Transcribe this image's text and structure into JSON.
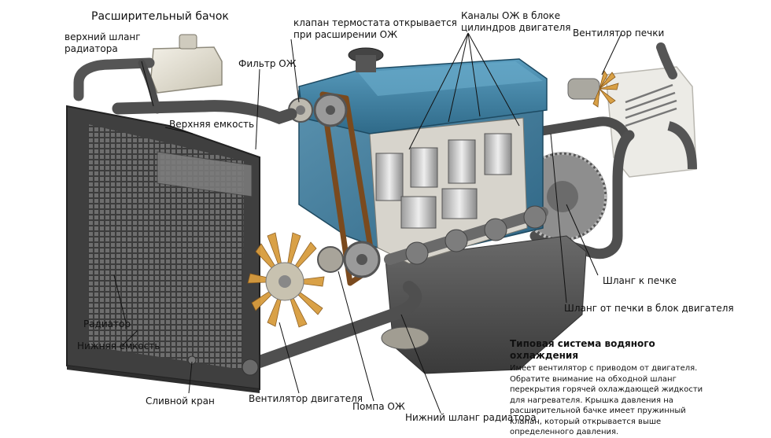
{
  "labels": {
    "expansion_tank": "Расширительный бачок",
    "thermostat_valve_l1": "клапан термостата открывается",
    "thermostat_valve_l2": "при  расширении ОЖ",
    "coolant_channels_l1": "Каналы ОЖ в блоке",
    "coolant_channels_l2": "цилиндров двигателя",
    "heater_fan": "Вентилятор печки",
    "upper_hose_l1": "верхний шланг",
    "upper_hose_l2": "радиатора",
    "coolant_filter": "Фильтр ОЖ",
    "upper_tank": "Верхняя емкость",
    "heater_hose": "Шланг к печке",
    "return_hose": "Шланг от печки в блок двигателя",
    "radiator": "Радиатор",
    "lower_tank": "Нижняя емкость",
    "drain_valve": "Сливной кран",
    "engine_fan": "Вентилятор двигателя",
    "water_pump": "Помпа ОЖ",
    "lower_hose": "Нижний шланг радиатора"
  },
  "description": {
    "title": "Типовая система водяного охлаждения",
    "body": "Имеет вентилятор с приводом от двигателя. Обратите внимание на обходной шланг перекрытия горячей охлаждающей жидкости для нагревателя. Крышка давления на расширительной бачке имеет пружинный клапан, который открывается выше определенного давления."
  },
  "colors": {
    "engine_head": "#3d7fa0",
    "engine_block": "#4c86a3",
    "radiator": "#4a4a4a",
    "hoses": "#4f4f4f",
    "tank": "#e7e3d6"
  }
}
